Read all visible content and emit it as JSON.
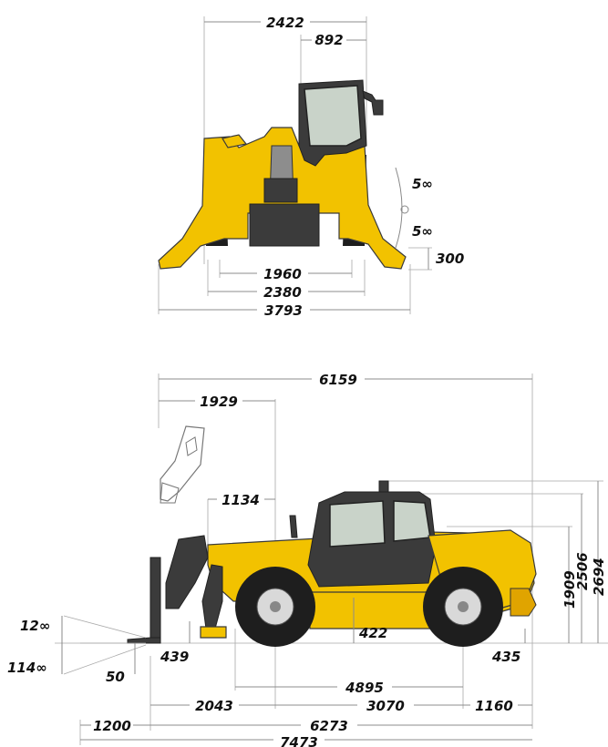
{
  "front_view": {
    "overall_width_top": "2422",
    "cab_width": "892",
    "tilt_upper": "5∞",
    "tilt_lower": "5∞",
    "ground_clearance": "300",
    "track_inner": "1960",
    "track_outer": "2380",
    "stabilizer_span": "3793"
  },
  "side_view": {
    "overall_length_top": "6159",
    "fork_reach": "1929",
    "carriage_offset": "1134",
    "heights": [
      "1909",
      "2506",
      "2694"
    ],
    "ground_clearance": "422",
    "rear_overhang_height": "435",
    "wheelbase": "4895",
    "fork_angle_up": "12∞",
    "fork_angle_down": "114∞",
    "fork_thickness": "50",
    "fork_height": "439",
    "front_to_axle": "2043",
    "axle_to_mid": "3070",
    "rear_section": "1160",
    "fork_length": "1200",
    "body_length": "6273",
    "overall_length": "7473"
  },
  "colors": {
    "machine_yellow": "#f2c200",
    "dimension_line": "#8c8c8c",
    "text": "#111111"
  }
}
